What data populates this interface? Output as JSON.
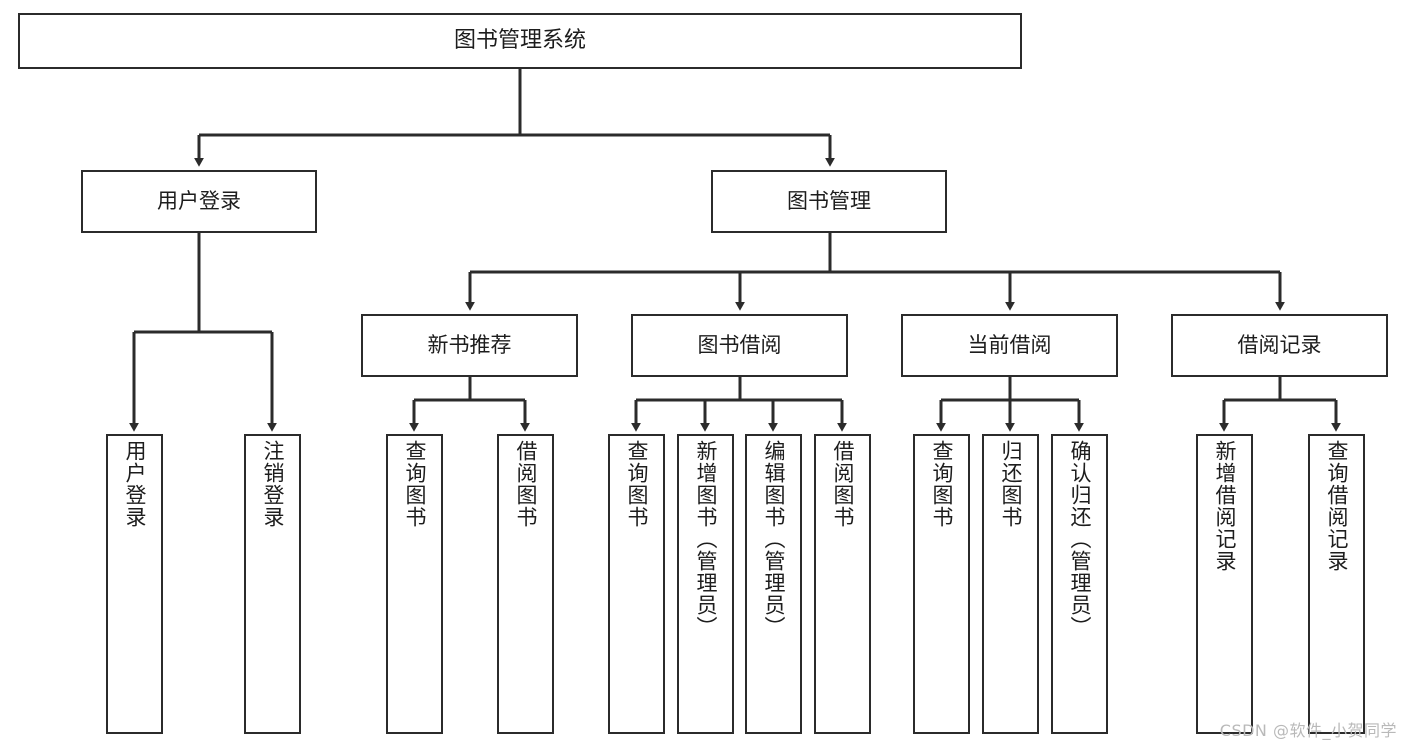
{
  "diagram": {
    "title": "图书管理系统",
    "type": "tree",
    "watermark": "CSDN @软件_小贺同学",
    "colors": {
      "box_border": "#2b2b2b",
      "box_fill": "#ffffff",
      "edge": "#2b2b2b",
      "text": "#1d1d1d",
      "watermark": "#b9b9b9"
    },
    "nodes": {
      "root": {
        "label": "图书管理系统"
      },
      "level2": [
        {
          "label": "用户登录"
        },
        {
          "label": "图书管理"
        }
      ],
      "level3": [
        {
          "label": "新书推荐"
        },
        {
          "label": "图书借阅"
        },
        {
          "label": "当前借阅"
        },
        {
          "label": "借阅记录"
        }
      ],
      "leaves": {
        "user_login": [
          {
            "label": "用户登录"
          },
          {
            "label": "注销登录"
          }
        ],
        "new_book": [
          {
            "label": "查询图书"
          },
          {
            "label": "借阅图书"
          }
        ],
        "borrow_book": [
          {
            "label": "查询图书"
          },
          {
            "label": "新增图书（管理员）"
          },
          {
            "label": "编辑图书（管理员）"
          },
          {
            "label": "借阅图书"
          }
        ],
        "current_borrow": [
          {
            "label": "查询图书"
          },
          {
            "label": "归还图书"
          },
          {
            "label": "确认归还（管理员）"
          }
        ],
        "borrow_record": [
          {
            "label": "新增借阅记录"
          },
          {
            "label": "查询借阅记录"
          }
        ]
      }
    }
  }
}
